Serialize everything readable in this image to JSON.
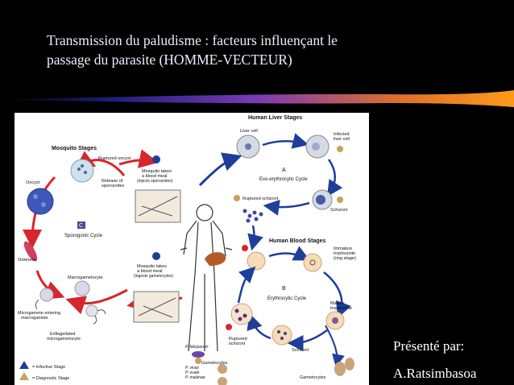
{
  "slide": {
    "title_line1": "Transmission du paludisme : facteurs influençant le",
    "title_line2": "passage du parasite (HOMME-VECTEUR)",
    "presented_by": "Présenté par:",
    "author": "A.Ratsimbasoa"
  },
  "colors": {
    "background": "#000000",
    "arrow_red": "#d7262c",
    "arrow_blue": "#1d3f9a",
    "stage_badge": "#c9a15e",
    "letter_badge": "#4a4a8c"
  },
  "diagram": {
    "mosquito_stages": "Mosquito Stages",
    "human_liver_stages": "Human Liver Stages",
    "human_blood_stages": "Human Blood Stages",
    "ruptured_oocyst": "Ruptured oocyst",
    "release_sporozoites_1": "Release of",
    "release_sporozoites_2": "sporozoites",
    "oocyst": "Oocyst",
    "sporogonic_cycle": "Sporogonic Cycle",
    "ookinete": "Ookinete",
    "macrogametocyte": "Macrogametocyte",
    "microgamete_1": "Microgamete entering",
    "microgamete_2": "macrogamete",
    "exflagellated_1": "Exflagellated",
    "exflagellated_2": "microgametocyte",
    "blood_meal_1a": "Mosquito takes",
    "blood_meal_1b": "a blood meal",
    "blood_meal_1c": "(injects sporozoites)",
    "blood_meal_8a": "Mosquito takes",
    "blood_meal_8b": "a blood meal",
    "blood_meal_8c": "(ingests gametocytes)",
    "liver_cell": "Liver cell",
    "infected_liver_1": "Infected",
    "infected_liver_2": "liver cell",
    "exo_cycle": "Exo-erythrocytic Cycle",
    "schizont": "Schizont",
    "ruptured_schizont": "Ruptured schizont",
    "immature_1": "Immature",
    "immature_2": "trophozoite",
    "immature_3": "(ring stage)",
    "mature_1": "Mature",
    "mature_2": "trophozoite",
    "erythrocytic_cycle": "Erythrocytic Cycle",
    "ruptured_schizont_b1": "Ruptured",
    "ruptured_schizont_b2": "schizont",
    "schizont_b": "Schizont",
    "gametocytes": "Gametocytes",
    "gametocytes_left": "Gametocytes",
    "p_falciparum": "P. falciparum",
    "p_vivax": "P. vivax",
    "p_ovale": "P. ovale",
    "p_malariae": "P. malariae",
    "legend_infective": "= Infective Stage",
    "legend_diagnostic": "= Diagnostic Stage",
    "cycle_a": "A",
    "cycle_b": "B",
    "cycle_c": "C"
  }
}
